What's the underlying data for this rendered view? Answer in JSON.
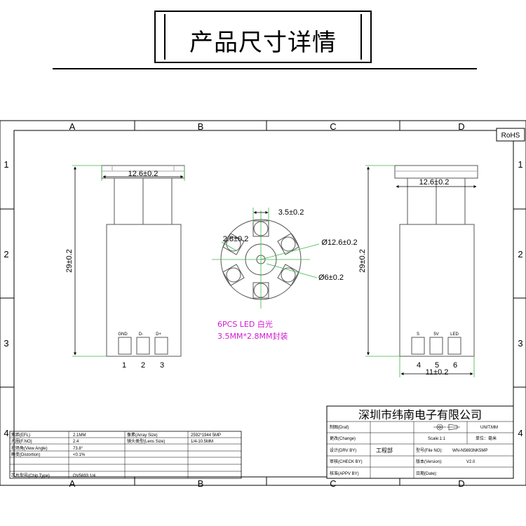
{
  "page_title": "产品尺寸详情",
  "frame": {
    "columns": [
      "A",
      "B",
      "C",
      "D"
    ],
    "rows": [
      "1",
      "2",
      "3",
      "4"
    ],
    "rohs": "RoHS"
  },
  "left_view": {
    "top_width": "12.6±0.2",
    "height": "29±0.2",
    "pins": [
      "GND",
      "D-",
      "D+"
    ],
    "pin_numbers": [
      "1",
      "2",
      "3"
    ]
  },
  "right_view": {
    "top_width": "12.6±0.2",
    "height": "29±0.2",
    "pins": [
      "S",
      "5V",
      "LED"
    ],
    "pin_numbers": [
      "4",
      "5",
      "6"
    ],
    "bottom_width": "11±0.2"
  },
  "front_view": {
    "led_spacing": "3.5±0.2",
    "led_size": "2.8±0.2",
    "outer_diameter": "Ø12.6±0.2",
    "inner_diameter": "Ø6±0.2",
    "led_note_1": "6PCS  LED 白光",
    "led_note_2": "3.5MM*2.8MM封装",
    "led_note_color": "#d11ad1"
  },
  "spec_table": [
    {
      "label": "焦距(EFL)",
      "value": "2.1MM"
    },
    {
      "label": "光圈(F.NO)",
      "value": "2.4"
    },
    {
      "label": "视场角(View Angle)",
      "value": "73.8°"
    },
    {
      "label": "畸变(Distortion)",
      "value": "<0.1%"
    },
    {
      "label": "",
      "value": ""
    },
    {
      "label": "",
      "value": ""
    },
    {
      "label": "芯片型号(Chip Type)",
      "value": "OV5693  1/4"
    }
  ],
  "spec_table_2": [
    {
      "label": "像素(Array Size)",
      "value": "2592*1944  5MP"
    },
    {
      "label": "镜头类型(Lens Size)",
      "value": "1/4-10.5MM"
    }
  ],
  "title_block": {
    "company": "深圳市纬南电子有限公司",
    "rows": [
      {
        "label": "制图(Draf)",
        "value": ""
      },
      {
        "label": "更改(Change)",
        "value": ""
      },
      {
        "label": "设计(DRV BY)",
        "value": "工程部"
      },
      {
        "label": "审核(CHECK BY)",
        "value": ""
      },
      {
        "label": "核准(APPV BY)",
        "value": ""
      }
    ],
    "unit": "UNIT:MM",
    "scale": "Scale:1:1",
    "unit_cn": "单位：毫米",
    "file_no_label": "型号(File NO):",
    "file_no": "WN-N5693NK5MP",
    "version_label": "版本(Version):",
    "version": "V2.0",
    "date_label": "日期(Date):"
  }
}
